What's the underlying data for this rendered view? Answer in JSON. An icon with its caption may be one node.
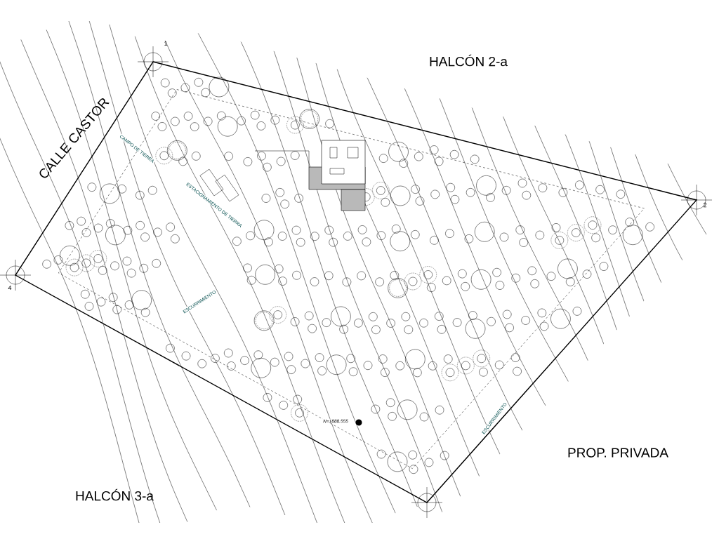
{
  "diagram": {
    "labels": [
      "HALCÓN 2-a",
      "1",
      "CALLE  CASTOR",
      "CAMPO DE TIERRA",
      "ESTACIONAMIENTO DE TIERRA",
      "2",
      "4",
      "ESCURRIMIENTO",
      "ESCURRIMIENTO",
      "N=1888.555",
      "PROP. PRIVADA",
      "HALCÓN 3-a"
    ]
  }
}
